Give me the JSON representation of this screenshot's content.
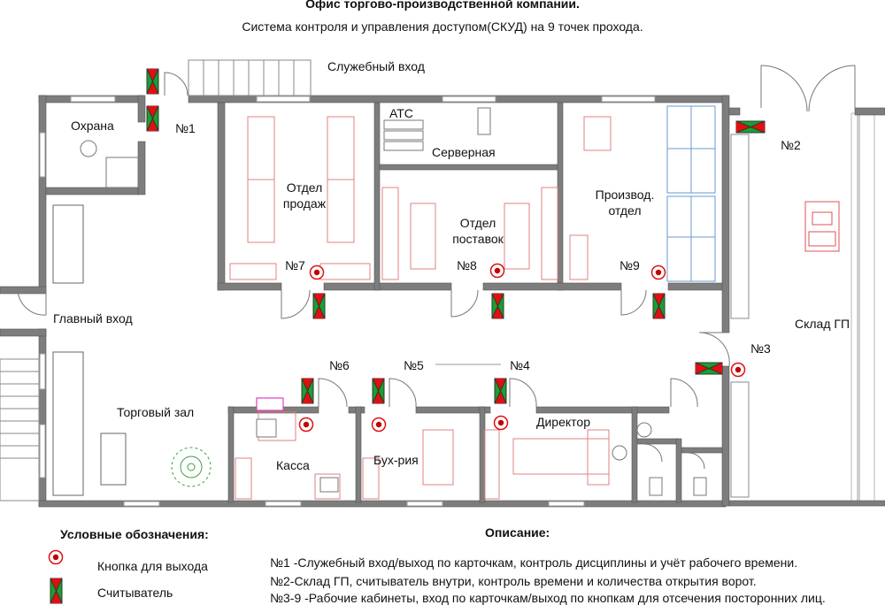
{
  "title": "Офис торгово-производственной компании.",
  "subtitle": "Система контроля и управления доступом(СКУД) на 9 точек прохода.",
  "rooms": {
    "service_entrance": "Служебный вход",
    "security": "Охрана",
    "sales_line1": "Отдел",
    "sales_line2": "продаж",
    "ats": "АТС",
    "server": "Серверная",
    "supply_line1": "Отдел",
    "supply_line2": "поставок",
    "prod_line1": "Производ.",
    "prod_line2": "отдел",
    "main_entrance": "Главный вход",
    "warehouse": "Склад ГП",
    "trade_hall": "Торговый зал",
    "cashier": "Касса",
    "accounting": "Бух-рия",
    "director": "Директор"
  },
  "points": {
    "p1": "№1",
    "p2": "№2",
    "p3": "№3",
    "p4": "№4",
    "p5": "№5",
    "p6": "№6",
    "p7": "№7",
    "p8": "№8",
    "p9": "№9"
  },
  "legend": {
    "title": "Условные обозначения:",
    "exit_button": "Кнопка для выхода",
    "reader": "Считыватель"
  },
  "description": {
    "title": "Описание:",
    "line1": "№1 -Служебный вход/выход по карточкам, контроль дисциплины и учёт рабочего времени.",
    "line2": "№2-Склад ГП, считыватель внутри, контроль времени и количества открытия ворот.",
    "line3": "№3-9 -Рабочие кабинеты, вход по карточкам/выход по кнопкам для отсечения посторонних лиц."
  },
  "colors": {
    "wall": "#7a7a7a",
    "furniture": "#e07070",
    "reader_red": "#e01010",
    "reader_green": "#18a030",
    "rack_blue": "#6a9ad0",
    "plant_green": "#30a030"
  }
}
